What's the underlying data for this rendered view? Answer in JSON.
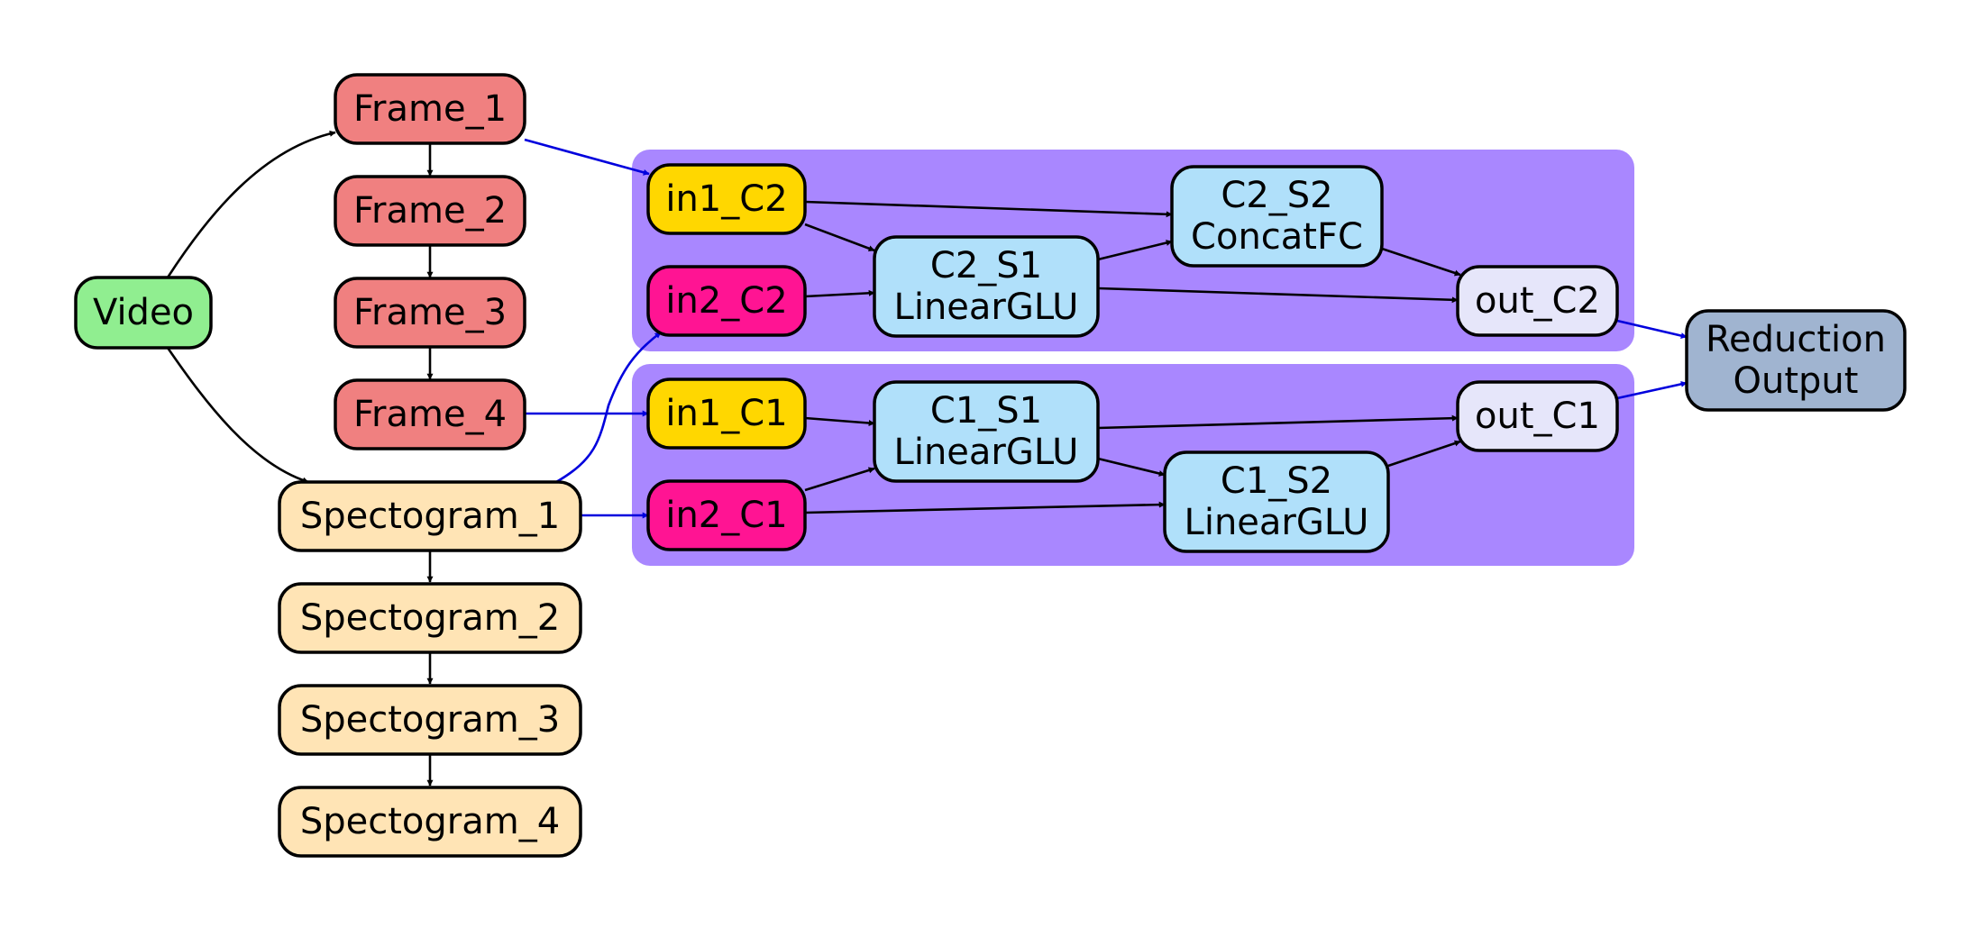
{
  "colors": {
    "video": "#90ee90",
    "frame": "#f08080",
    "spectogram": "#ffe4b5",
    "input_a": "#ffd700",
    "input_b": "#ff1493",
    "stage": "#b0e0fa",
    "output": "#e6e6fa",
    "reduction": "#a0b4d0",
    "cluster": "#a987ff",
    "edge_black": "#000000",
    "edge_blue": "#0000dd"
  },
  "nodes": {
    "video": {
      "lines": [
        "Video"
      ]
    },
    "frame_1": {
      "lines": [
        "Frame_1"
      ]
    },
    "frame_2": {
      "lines": [
        "Frame_2"
      ]
    },
    "frame_3": {
      "lines": [
        "Frame_3"
      ]
    },
    "frame_4": {
      "lines": [
        "Frame_4"
      ]
    },
    "spectogram_1": {
      "lines": [
        "Spectogram_1"
      ]
    },
    "spectogram_2": {
      "lines": [
        "Spectogram_2"
      ]
    },
    "spectogram_3": {
      "lines": [
        "Spectogram_3"
      ]
    },
    "spectogram_4": {
      "lines": [
        "Spectogram_4"
      ]
    },
    "in1_c2": {
      "lines": [
        "in1_C2"
      ]
    },
    "in2_c2": {
      "lines": [
        "in2_C2"
      ]
    },
    "c2_s1": {
      "lines": [
        "C2_S1",
        "LinearGLU"
      ]
    },
    "c2_s2": {
      "lines": [
        "C2_S2",
        "ConcatFC"
      ]
    },
    "out_c2": {
      "lines": [
        "out_C2"
      ]
    },
    "in1_c1": {
      "lines": [
        "in1_C1"
      ]
    },
    "in2_c1": {
      "lines": [
        "in2_C1"
      ]
    },
    "c1_s1": {
      "lines": [
        "C1_S1",
        "LinearGLU"
      ]
    },
    "c1_s2": {
      "lines": [
        "C1_S2",
        "LinearGLU"
      ]
    },
    "out_c1": {
      "lines": [
        "out_C1"
      ]
    },
    "reduction": {
      "lines": [
        "Reduction",
        "Output"
      ]
    }
  }
}
